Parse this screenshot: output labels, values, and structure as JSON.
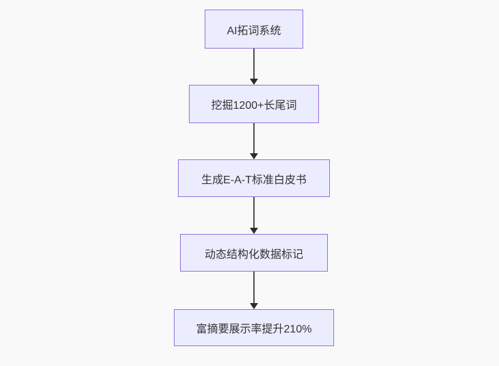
{
  "diagram": {
    "type": "flowchart-top-down",
    "nodes": [
      {
        "id": "node-1",
        "label": "AI拓词系统"
      },
      {
        "id": "node-2",
        "label": "挖掘1200+长尾词"
      },
      {
        "id": "node-3",
        "label": "生成E-A-T标准白皮书"
      },
      {
        "id": "node-4",
        "label": "动态结构化数据标记"
      },
      {
        "id": "node-5",
        "label": "富摘要展示率提升210%"
      }
    ],
    "edges": [
      {
        "from": "node-1",
        "to": "node-2",
        "style": "arrow-down"
      },
      {
        "from": "node-2",
        "to": "node-3",
        "style": "arrow-down"
      },
      {
        "from": "node-3",
        "to": "node-4",
        "style": "arrow-down"
      },
      {
        "from": "node-4",
        "to": "node-5",
        "style": "arrow-down"
      }
    ],
    "colors": {
      "background": "#F9F9F9",
      "node_fill": "#ECECFF",
      "node_border": "#9370DB",
      "edge_line": "#4D4D4D",
      "arrowhead": "#2B2B2B",
      "text": "#333333"
    }
  }
}
